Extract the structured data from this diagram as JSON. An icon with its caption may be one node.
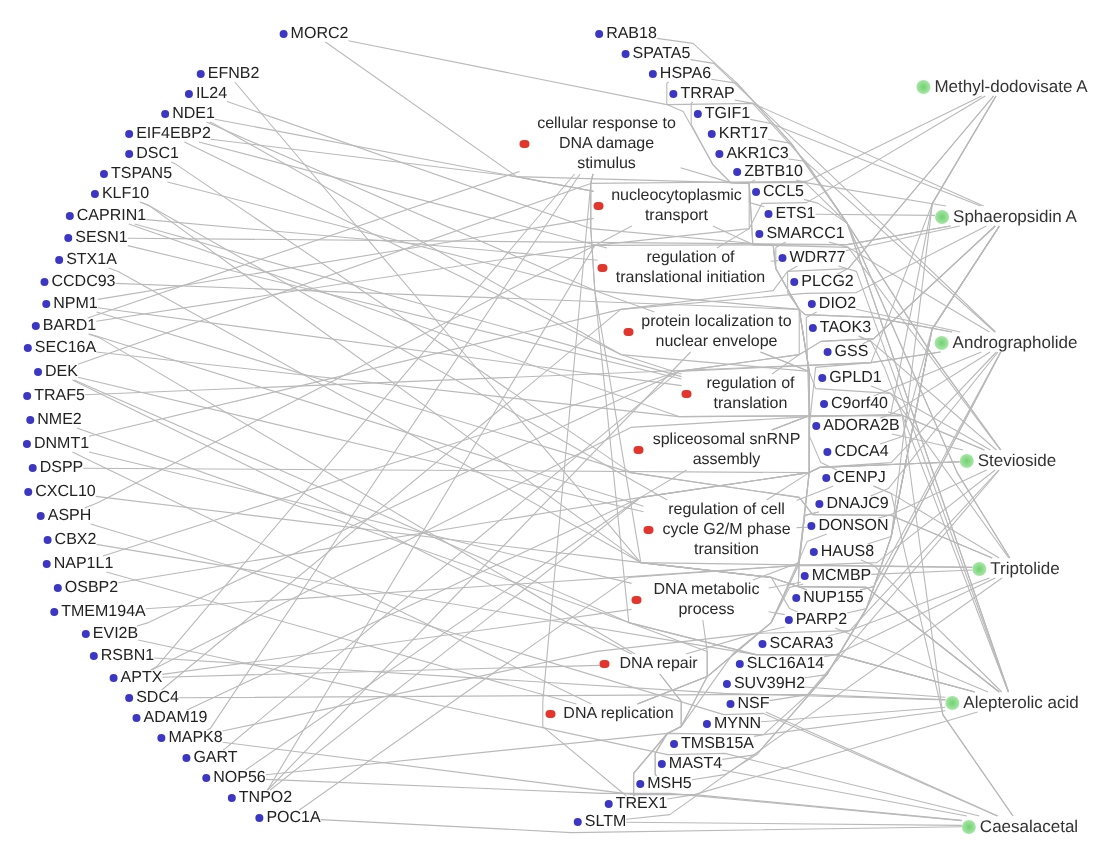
{
  "diagram": {
    "nodes": [
      {
        "text": [
          "MORC2"
        ]
      },
      {
        "text": [
          "RAB18"
        ]
      },
      {
        "text": [
          "SPATA5"
        ]
      },
      {
        "text": [
          "HSPA6"
        ]
      },
      {
        "text": [
          "TRRAP"
        ]
      },
      {
        "text": [
          "TGIF1"
        ]
      },
      {
        "text": [
          "KRT17"
        ]
      },
      {
        "text": [
          "AKR1C3"
        ]
      },
      {
        "text": [
          "ZBTB10"
        ]
      },
      {
        "text": [
          "CCL5"
        ]
      },
      {
        "text": [
          "ETS1"
        ]
      },
      {
        "text": [
          "SMARCC1"
        ]
      },
      {
        "text": [
          "WDR77"
        ]
      },
      {
        "text": [
          "PLCG2"
        ]
      },
      {
        "text": [
          "DIO2"
        ]
      },
      {
        "text": [
          "TAOK3"
        ]
      },
      {
        "text": [
          "GSS"
        ]
      },
      {
        "text": [
          "GPLD1"
        ]
      },
      {
        "text": [
          "C9orf40"
        ]
      },
      {
        "text": [
          "ADORA2B"
        ]
      },
      {
        "text": [
          "CDCA4"
        ]
      },
      {
        "text": [
          "CENPJ"
        ]
      },
      {
        "text": [
          "DNAJC9"
        ]
      },
      {
        "text": [
          "DONSON"
        ]
      },
      {
        "text": [
          "HAUS8"
        ]
      },
      {
        "text": [
          "MCMBP"
        ]
      },
      {
        "text": [
          "NUP155"
        ]
      },
      {
        "text": [
          "PARP2"
        ]
      },
      {
        "text": [
          "SCARA3"
        ]
      },
      {
        "text": [
          "SLC16A14"
        ]
      },
      {
        "text": [
          "SUV39H2"
        ]
      },
      {
        "text": [
          "NSF"
        ]
      },
      {
        "text": [
          "MYNN"
        ]
      },
      {
        "text": [
          "TMSB15A"
        ]
      },
      {
        "text": [
          "MAST4"
        ]
      },
      {
        "text": [
          "MSH5"
        ]
      },
      {
        "text": [
          "TREX1"
        ]
      },
      {
        "text": [
          "SLTM"
        ]
      },
      {
        "text": [
          "POC1A"
        ]
      },
      {
        "text": [
          "TNPO2"
        ]
      },
      {
        "text": [
          "NOP56"
        ]
      },
      {
        "text": [
          "GART"
        ]
      },
      {
        "text": [
          "MAPK8"
        ]
      },
      {
        "text": [
          "ADAM19"
        ]
      },
      {
        "text": [
          "SDC4"
        ]
      },
      {
        "text": [
          "APTX"
        ]
      },
      {
        "text": [
          "RSBN1"
        ]
      },
      {
        "text": [
          "EVI2B"
        ]
      },
      {
        "text": [
          "TMEM194A"
        ]
      },
      {
        "text": [
          "OSBP2"
        ]
      },
      {
        "text": [
          "NAP1L1"
        ]
      },
      {
        "text": [
          "CBX2"
        ]
      },
      {
        "text": [
          "ASPH"
        ]
      },
      {
        "text": [
          "CXCL10"
        ]
      },
      {
        "text": [
          "DSPP"
        ]
      },
      {
        "text": [
          "DNMT1"
        ]
      },
      {
        "text": [
          "NME2"
        ]
      },
      {
        "text": [
          "TRAF5"
        ]
      },
      {
        "text": [
          "DEK"
        ]
      },
      {
        "text": [
          "SEC16A"
        ]
      },
      {
        "text": [
          "BARD1"
        ]
      },
      {
        "text": [
          "NPM1"
        ]
      },
      {
        "text": [
          "CCDC93"
        ]
      },
      {
        "text": [
          "STX1A"
        ]
      },
      {
        "text": [
          "SESN1"
        ]
      },
      {
        "text": [
          "CAPRIN1"
        ]
      },
      {
        "text": [
          "KLF10"
        ]
      },
      {
        "text": [
          "TSPAN5"
        ]
      },
      {
        "text": [
          "DSC1"
        ]
      },
      {
        "text": [
          "EIF4EBP2"
        ]
      },
      {
        "text": [
          "NDE1"
        ]
      },
      {
        "text": [
          "IL24"
        ]
      },
      {
        "text": [
          "EFNB2"
        ]
      },
      {
        "text": [
          "cellular response to DNA damage stimulus"
        ]
      },
      {
        "text": [
          "nucleocytoplasmic transport"
        ]
      },
      {
        "text": [
          "regulation of translational initiation"
        ]
      },
      {
        "text": [
          "protein localization to nuclear envelope"
        ]
      },
      {
        "text": [
          "regulation of translation"
        ]
      },
      {
        "text": [
          "spliceosomal snRNP assembly"
        ]
      },
      {
        "text": [
          "regulation of cell cycle G2/M phase transition"
        ]
      },
      {
        "text": [
          "DNA metabolic process"
        ]
      },
      {
        "text": [
          "DNA repair"
        ]
      },
      {
        "text": [
          "DNA replication"
        ]
      },
      {
        "text": [
          "Methyl-dodovisate A"
        ]
      },
      {
        "text": [
          "Sphaeropsidin A"
        ]
      },
      {
        "text": [
          "Andrographolide"
        ]
      },
      {
        "text": [
          "Stevioside"
        ]
      },
      {
        "text": [
          "Triptolide"
        ]
      },
      {
        "text": [
          "Alepterolic acid"
        ]
      },
      {
        "text": [
          "Caesalacetal"
        ]
      }
    ],
    "edges": [
      {
        "from": 83,
        "to": 58,
        "arrow": "none"
      },
      {
        "from": 83,
        "to": 44,
        "arrow": "none"
      },
      {
        "from": 83,
        "to": 27,
        "arrow": "none"
      },
      {
        "from": 83,
        "to": 13,
        "arrow": "none"
      },
      {
        "from": 83,
        "to": 36,
        "arrow": "none"
      },
      {
        "from": 83,
        "to": 52,
        "arrow": "none"
      },
      {
        "from": 83,
        "to": 19,
        "arrow": "none"
      },
      {
        "from": 84,
        "to": 0,
        "arrow": "none"
      },
      {
        "from": 84,
        "to": 5,
        "arrow": "none"
      },
      {
        "from": 84,
        "to": 10,
        "arrow": "none"
      },
      {
        "from": 84,
        "to": 12,
        "arrow": "none"
      },
      {
        "from": 84,
        "to": 16,
        "arrow": "none"
      },
      {
        "from": 84,
        "to": 20,
        "arrow": "none"
      },
      {
        "from": 84,
        "to": 24,
        "arrow": "none"
      },
      {
        "from": 84,
        "to": 31,
        "arrow": "none"
      },
      {
        "from": 84,
        "to": 35,
        "arrow": "none"
      },
      {
        "from": 84,
        "to": 41,
        "arrow": "none"
      },
      {
        "from": 84,
        "to": 47,
        "arrow": "none"
      },
      {
        "from": 84,
        "to": 55,
        "arrow": "none"
      },
      {
        "from": 84,
        "to": 60,
        "arrow": "none"
      },
      {
        "from": 84,
        "to": 64,
        "arrow": "none"
      },
      {
        "from": 84,
        "to": 69,
        "arrow": "none"
      },
      {
        "from": 84,
        "to": 26,
        "arrow": "none"
      },
      {
        "from": 85,
        "to": 2,
        "arrow": "none"
      },
      {
        "from": 85,
        "to": 7,
        "arrow": "none"
      },
      {
        "from": 85,
        "to": 14,
        "arrow": "none"
      },
      {
        "from": 85,
        "to": 18,
        "arrow": "none"
      },
      {
        "from": 85,
        "to": 22,
        "arrow": "none"
      },
      {
        "from": 85,
        "to": 26,
        "arrow": "none"
      },
      {
        "from": 85,
        "to": 30,
        "arrow": "none"
      },
      {
        "from": 85,
        "to": 34,
        "arrow": "none"
      },
      {
        "from": 85,
        "to": 39,
        "arrow": "none"
      },
      {
        "from": 85,
        "to": 45,
        "arrow": "none"
      },
      {
        "from": 85,
        "to": 50,
        "arrow": "none"
      },
      {
        "from": 85,
        "to": 57,
        "arrow": "none"
      },
      {
        "from": 85,
        "to": 62,
        "arrow": "none"
      },
      {
        "from": 85,
        "to": 67,
        "arrow": "none"
      },
      {
        "from": 85,
        "to": 71,
        "arrow": "none"
      },
      {
        "from": 86,
        "to": 1,
        "arrow": "none"
      },
      {
        "from": 86,
        "to": 6,
        "arrow": "none"
      },
      {
        "from": 86,
        "to": 11,
        "arrow": "none"
      },
      {
        "from": 86,
        "to": 15,
        "arrow": "none"
      },
      {
        "from": 86,
        "to": 19,
        "arrow": "none"
      },
      {
        "from": 86,
        "to": 23,
        "arrow": "none"
      },
      {
        "from": 86,
        "to": 28,
        "arrow": "none"
      },
      {
        "from": 86,
        "to": 33,
        "arrow": "none"
      },
      {
        "from": 86,
        "to": 38,
        "arrow": "none"
      },
      {
        "from": 86,
        "to": 43,
        "arrow": "none"
      },
      {
        "from": 86,
        "to": 49,
        "arrow": "none"
      },
      {
        "from": 86,
        "to": 54,
        "arrow": "none"
      },
      {
        "from": 86,
        "to": 59,
        "arrow": "none"
      },
      {
        "from": 86,
        "to": 65,
        "arrow": "none"
      },
      {
        "from": 86,
        "to": 70,
        "arrow": "none"
      },
      {
        "from": 87,
        "to": 3,
        "arrow": "none"
      },
      {
        "from": 87,
        "to": 8,
        "arrow": "none"
      },
      {
        "from": 87,
        "to": 17,
        "arrow": "none"
      },
      {
        "from": 87,
        "to": 21,
        "arrow": "none"
      },
      {
        "from": 87,
        "to": 25,
        "arrow": "none"
      },
      {
        "from": 87,
        "to": 29,
        "arrow": "none"
      },
      {
        "from": 87,
        "to": 37,
        "arrow": "none"
      },
      {
        "from": 87,
        "to": 42,
        "arrow": "none"
      },
      {
        "from": 87,
        "to": 48,
        "arrow": "none"
      },
      {
        "from": 87,
        "to": 53,
        "arrow": "none"
      },
      {
        "from": 87,
        "to": 61,
        "arrow": "none"
      },
      {
        "from": 87,
        "to": 68,
        "arrow": "none"
      },
      {
        "from": 88,
        "to": 4,
        "arrow": "none"
      },
      {
        "from": 88,
        "to": 9,
        "arrow": "none"
      },
      {
        "from": 88,
        "to": 12,
        "arrow": "none"
      },
      {
        "from": 88,
        "to": 18,
        "arrow": "none"
      },
      {
        "from": 88,
        "to": 24,
        "arrow": "none"
      },
      {
        "from": 88,
        "to": 27,
        "arrow": "none"
      },
      {
        "from": 88,
        "to": 30,
        "arrow": "none"
      },
      {
        "from": 88,
        "to": 32,
        "arrow": "none"
      },
      {
        "from": 88,
        "to": 36,
        "arrow": "none"
      },
      {
        "from": 88,
        "to": 40,
        "arrow": "none"
      },
      {
        "from": 88,
        "to": 44,
        "arrow": "none"
      },
      {
        "from": 88,
        "to": 46,
        "arrow": "none"
      },
      {
        "from": 88,
        "to": 51,
        "arrow": "none"
      },
      {
        "from": 88,
        "to": 56,
        "arrow": "none"
      },
      {
        "from": 88,
        "to": 58,
        "arrow": "none"
      },
      {
        "from": 88,
        "to": 63,
        "arrow": "none"
      },
      {
        "from": 88,
        "to": 66,
        "arrow": "none"
      },
      {
        "from": 88,
        "to": 72,
        "arrow": "none"
      },
      {
        "from": 89,
        "to": 31,
        "arrow": "none"
      },
      {
        "from": 89,
        "to": 34,
        "arrow": "none"
      },
      {
        "from": 89,
        "to": 37,
        "arrow": "none"
      },
      {
        "from": 89,
        "to": 38,
        "arrow": "none"
      },
      {
        "from": 89,
        "to": 40,
        "arrow": "none"
      },
      {
        "from": 89,
        "to": 42,
        "arrow": "none"
      },
      {
        "from": 89,
        "to": 47,
        "arrow": "none"
      },
      {
        "from": 89,
        "to": 52,
        "arrow": "none"
      },
      {
        "from": 89,
        "to": 21,
        "arrow": "none"
      },
      {
        "from": 89,
        "to": 15,
        "arrow": "none"
      },
      {
        "from": 73,
        "to": 27,
        "arrow": "none"
      },
      {
        "from": 73,
        "to": 36,
        "arrow": "none"
      },
      {
        "from": 73,
        "to": 35,
        "arrow": "none"
      },
      {
        "from": 73,
        "to": 60,
        "arrow": "none"
      },
      {
        "from": 73,
        "to": 45,
        "arrow": "none"
      },
      {
        "from": 73,
        "to": 42,
        "arrow": "none"
      },
      {
        "from": 73,
        "to": 10,
        "arrow": "none"
      },
      {
        "from": 74,
        "to": 39,
        "arrow": "none"
      },
      {
        "from": 74,
        "to": 26,
        "arrow": "none"
      },
      {
        "from": 74,
        "to": 61,
        "arrow": "none"
      },
      {
        "from": 74,
        "to": 0,
        "arrow": "none"
      },
      {
        "from": 74,
        "to": 70,
        "arrow": "none"
      },
      {
        "from": 75,
        "to": 69,
        "arrow": "none"
      },
      {
        "from": 75,
        "to": 65,
        "arrow": "none"
      },
      {
        "from": 75,
        "to": 4,
        "arrow": "none"
      },
      {
        "from": 75,
        "to": 12,
        "arrow": "none"
      },
      {
        "from": 76,
        "to": 26,
        "arrow": "none"
      },
      {
        "from": 76,
        "to": 70,
        "arrow": "none"
      },
      {
        "from": 76,
        "to": 39,
        "arrow": "none"
      },
      {
        "from": 76,
        "to": 21,
        "arrow": "none"
      },
      {
        "from": 77,
        "to": 69,
        "arrow": "none"
      },
      {
        "from": 77,
        "to": 65,
        "arrow": "none"
      },
      {
        "from": 77,
        "to": 64,
        "arrow": "none"
      },
      {
        "from": 77,
        "to": 61,
        "arrow": "none"
      },
      {
        "from": 77,
        "to": 3,
        "arrow": "none"
      },
      {
        "from": 78,
        "to": 12,
        "arrow": "none"
      },
      {
        "from": 78,
        "to": 40,
        "arrow": "none"
      },
      {
        "from": 78,
        "to": 8,
        "arrow": "none"
      },
      {
        "from": 78,
        "to": 11,
        "arrow": "none"
      },
      {
        "from": 79,
        "to": 21,
        "arrow": "none"
      },
      {
        "from": 79,
        "to": 23,
        "arrow": "none"
      },
      {
        "from": 79,
        "to": 66,
        "arrow": "none"
      },
      {
        "from": 79,
        "to": 60,
        "arrow": "none"
      },
      {
        "from": 79,
        "to": 14,
        "arrow": "none"
      },
      {
        "from": 79,
        "to": 58,
        "arrow": "none"
      },
      {
        "from": 80,
        "to": 27,
        "arrow": "none"
      },
      {
        "from": 80,
        "to": 55,
        "arrow": "none"
      },
      {
        "from": 80,
        "to": 36,
        "arrow": "none"
      },
      {
        "from": 80,
        "to": 25,
        "arrow": "none"
      },
      {
        "from": 80,
        "to": 22,
        "arrow": "none"
      },
      {
        "from": 80,
        "to": 45,
        "arrow": "none"
      },
      {
        "from": 81,
        "to": 27,
        "arrow": "none"
      },
      {
        "from": 81,
        "to": 36,
        "arrow": "none"
      },
      {
        "from": 81,
        "to": 35,
        "arrow": "none"
      },
      {
        "from": 81,
        "to": 60,
        "arrow": "none"
      },
      {
        "from": 81,
        "to": 45,
        "arrow": "none"
      },
      {
        "from": 81,
        "to": 58,
        "arrow": "none"
      },
      {
        "from": 82,
        "to": 25,
        "arrow": "none"
      },
      {
        "from": 82,
        "to": 23,
        "arrow": "none"
      },
      {
        "from": 82,
        "to": 22,
        "arrow": "none"
      },
      {
        "from": 82,
        "to": 55,
        "arrow": "none"
      },
      {
        "from": 82,
        "to": 50,
        "arrow": "none"
      }
    ]
  }
}
